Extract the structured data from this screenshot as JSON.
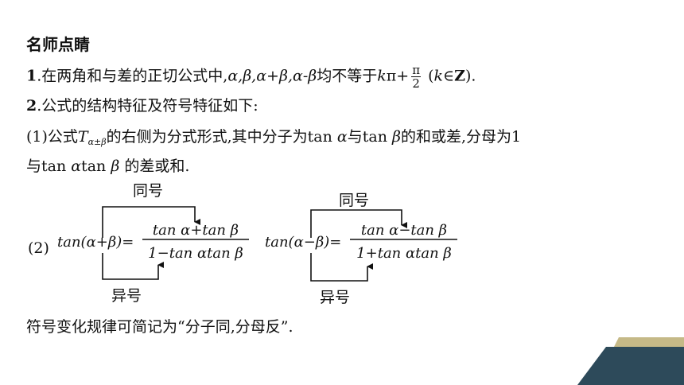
{
  "heading": "名师点睛",
  "point1": {
    "num": "1",
    "text_before": ".在两角和与差的正切公式中,",
    "symbols": "α,β,α+β,α-β",
    "text_mid": "均不等于",
    "k": "k",
    "pi_plus": "π+",
    "frac_num": "π",
    "frac_den": "2",
    "paren_open": " (",
    "k2": "k",
    "in": "∈",
    "Z": "Z",
    "paren_close": ")."
  },
  "point2": {
    "num": "2",
    "text": ".公式的结构特征及符号特征如下:"
  },
  "point3": {
    "prefix": "(1)公式",
    "T": "T",
    "sub": "α±β",
    "text1": "的右侧为分式形式,其中分子为tan ",
    "alpha1": "α",
    "text2": "与tan ",
    "beta1": "β",
    "text3": "的和或差,分母为1"
  },
  "point4": {
    "text1": "与tan ",
    "alpha": "α",
    "text2": "tan ",
    "beta": "β",
    "text3": " 的差或和."
  },
  "diagram": {
    "label": "(2)",
    "left": {
      "lhs": "tan(α+β)=",
      "numerator": "tan α+tan β",
      "denominator": "1−tan αtan β",
      "top_label": "同号",
      "bottom_label": "异号"
    },
    "right": {
      "lhs": "tan(α−β)=",
      "numerator": "tan α−tan β",
      "denominator": "1+tan αtan β",
      "top_label": "同号",
      "bottom_label": "异号"
    }
  },
  "summary": "符号变化规律可简记为“分子同,分母反”.",
  "colors": {
    "deco_dark": "#2d4a5a",
    "deco_tan": "#c5b987"
  }
}
